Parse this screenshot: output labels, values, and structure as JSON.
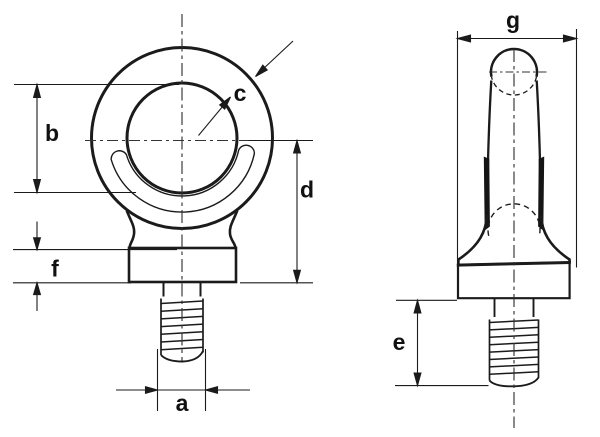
{
  "drawing": {
    "dimensions": {
      "a": "a",
      "b": "b",
      "c": "c",
      "d": "d",
      "e": "e",
      "f": "f",
      "g": "g"
    },
    "colors": {
      "line": "#1b1b1b",
      "centerline": "#333333",
      "background": "#ffffff"
    }
  }
}
